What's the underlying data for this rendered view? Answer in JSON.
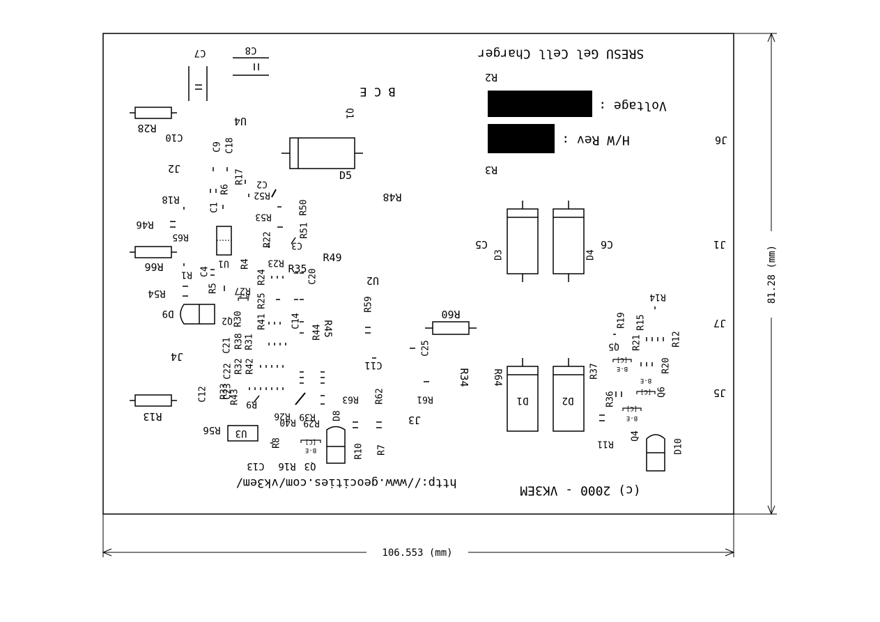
{
  "board": {
    "title": "SRESU Gel Cell Charger",
    "voltage_label": "Voltage :",
    "hw_rev_label": "H/W Rev :",
    "copyright": "(c) 2000 - VK3EM",
    "url": "http://www.geocities.com/vk3em/",
    "q1_pins": "B C E"
  },
  "dimensions": {
    "width": "106.553 (mm)",
    "height": "81.28 (mm)"
  },
  "components": {
    "C7": "C7",
    "C8": "C8",
    "R28": "R28",
    "C10": "C10",
    "U4": "U4",
    "Q1": "Q1",
    "R2": "R2",
    "R3": "R3",
    "J6": "J6",
    "J2": "J2",
    "C9": "C9",
    "C18": "C18",
    "D5": "D5",
    "R17": "R17",
    "R6": "R6",
    "C2": "C2",
    "R52": "R52",
    "R18": "R18",
    "C1": "C1",
    "R53": "R53",
    "R50": "R50",
    "R48": "R48",
    "R46": "R46",
    "R65": "R65",
    "U1": "U1",
    "R51": "R51",
    "C3": "C3",
    "R22": "R22",
    "R66": "R66",
    "R4": "R4",
    "R23": "R23",
    "R35": "R35",
    "R49": "R49",
    "C4": "C4",
    "R1": "R1",
    "R24": "R24",
    "C20": "C20",
    "R5": "R5",
    "R27": "R27",
    "R54": "R54",
    "R25": "R25",
    "C5": "C5",
    "D3": "D3",
    "D4": "D4",
    "C6": "C6",
    "J1": "J1",
    "U2": "U2",
    "R14": "R14",
    "D9": "D9",
    "R30": "R30",
    "R41": "R41",
    "C14": "C14",
    "R59": "R59",
    "R44": "R44",
    "R45": "R45",
    "R60": "R60",
    "R19": "R19",
    "R15": "R15",
    "J7": "J7",
    "R38": "R38",
    "R31": "R31",
    "C21": "C21",
    "Q2": "Q2",
    "R12": "R12",
    "C25": "C25",
    "R21": "R21",
    "Q5": "Q5",
    "J4": "J4",
    "R32": "R32",
    "R42": "R42",
    "C22": "C22",
    "C11": "C11",
    "R34": "R34",
    "R64": "R64",
    "R37": "R37",
    "R20": "R20",
    "C23": "C23",
    "R33": "R33",
    "C12": "C12",
    "R43": "R43",
    "R62": "R62",
    "R61": "R61",
    "D1": "D1",
    "D2": "D2",
    "Q6": "Q6",
    "R36": "R36",
    "J5": "J5",
    "R63": "R63",
    "R9": "R9",
    "R13": "R13",
    "R26": "R26",
    "R39": "R39",
    "R40": "R40",
    "R29": "R29",
    "D8": "D8",
    "J3": "J3",
    "R11": "R11",
    "Q4": "Q4",
    "R56": "R56",
    "U3": "U3",
    "R8": "R8",
    "R10": "R10",
    "R7": "R7",
    "D10": "D10",
    "Q3": "Q3",
    "R16": "R16",
    "C13": "C13"
  }
}
